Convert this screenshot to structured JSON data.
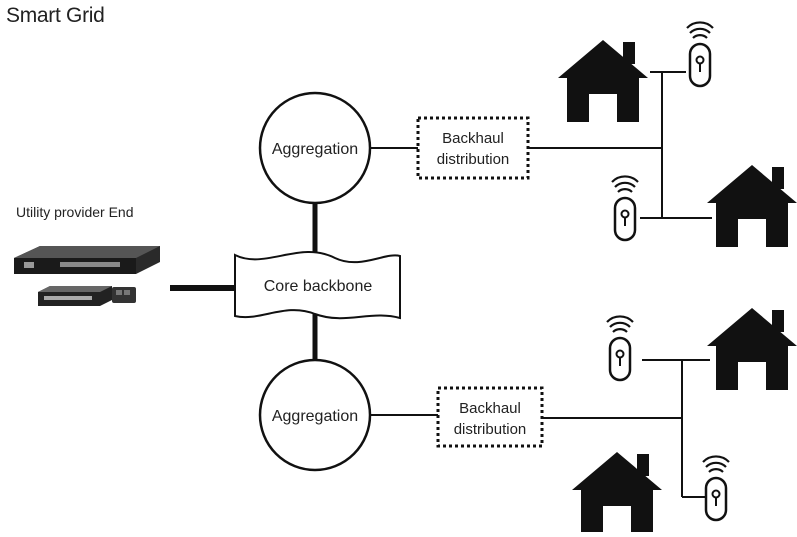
{
  "title": "Smart Grid",
  "provider": {
    "label": "Utility provider End"
  },
  "core": {
    "label": "Core backbone"
  },
  "aggregations": [
    {
      "label": "Aggregation"
    },
    {
      "label": "Aggregation"
    }
  ],
  "backhauls": [
    {
      "line1": "Backhaul",
      "line2": "distribution"
    },
    {
      "line1": "Backhaul",
      "line2": "distribution"
    }
  ],
  "icons": {
    "house": "house-icon",
    "meter": "smart-meter-icon",
    "device": "network-equipment-icon"
  }
}
